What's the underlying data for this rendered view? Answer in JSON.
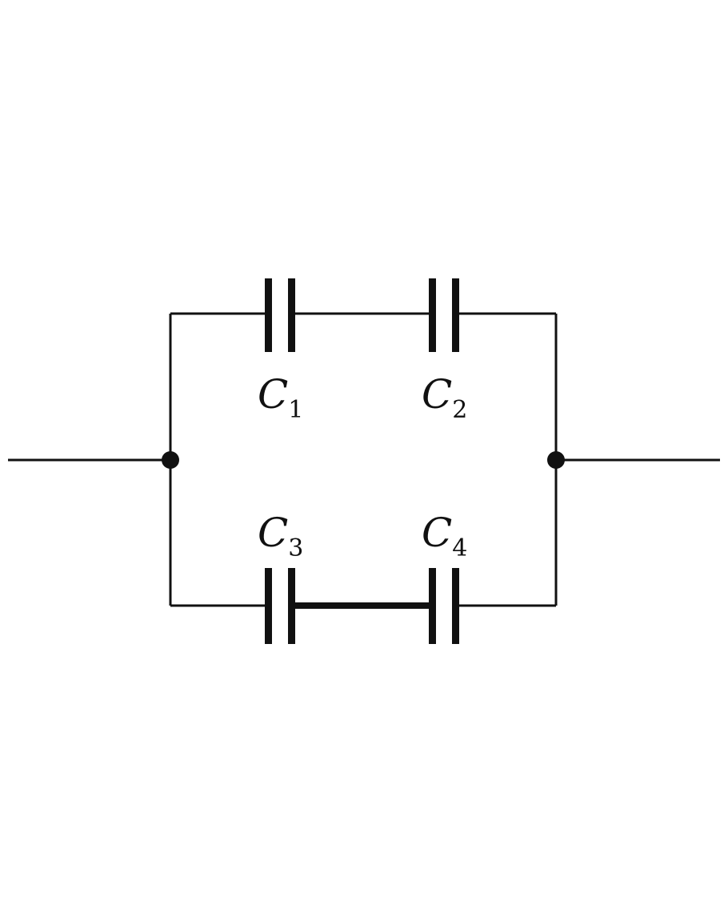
{
  "diagram": {
    "type": "capacitor-circuit",
    "color": "#111111",
    "capacitors": [
      {
        "letter": "C",
        "sub": "1",
        "branch": "top"
      },
      {
        "letter": "C",
        "sub": "2",
        "branch": "top"
      },
      {
        "letter": "C",
        "sub": "3",
        "branch": "bottom"
      },
      {
        "letter": "C",
        "sub": "4",
        "branch": "bottom"
      }
    ]
  }
}
